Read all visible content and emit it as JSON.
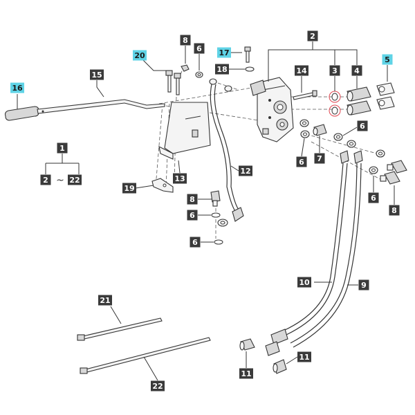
{
  "labels": {
    "l1": "1",
    "l2_top": "2",
    "l2_range": "2",
    "l3": "3",
    "l4": "4",
    "l5": "5",
    "l6_a": "6",
    "l6_b": "6",
    "l6_c": "6",
    "l6_d": "6",
    "l6_e": "6",
    "l6_f": "6",
    "l7": "7",
    "l8_a": "8",
    "l8_b": "8",
    "l8_c": "8",
    "l9": "9",
    "l10": "10",
    "l11_a": "11",
    "l11_b": "11",
    "l12": "12",
    "l13": "13",
    "l14": "14",
    "l15": "15",
    "l16": "16",
    "l17": "17",
    "l18": "18",
    "l19": "19",
    "l20": "20",
    "l21": "21",
    "l22": "22",
    "l22_range": "22",
    "range_sep": "~"
  },
  "colors": {
    "label_bg": "#3a3a3a",
    "label_highlight_bg": "#5fd3e6",
    "label_text": "#ffffff",
    "oring_highlight": "#e0454f"
  }
}
